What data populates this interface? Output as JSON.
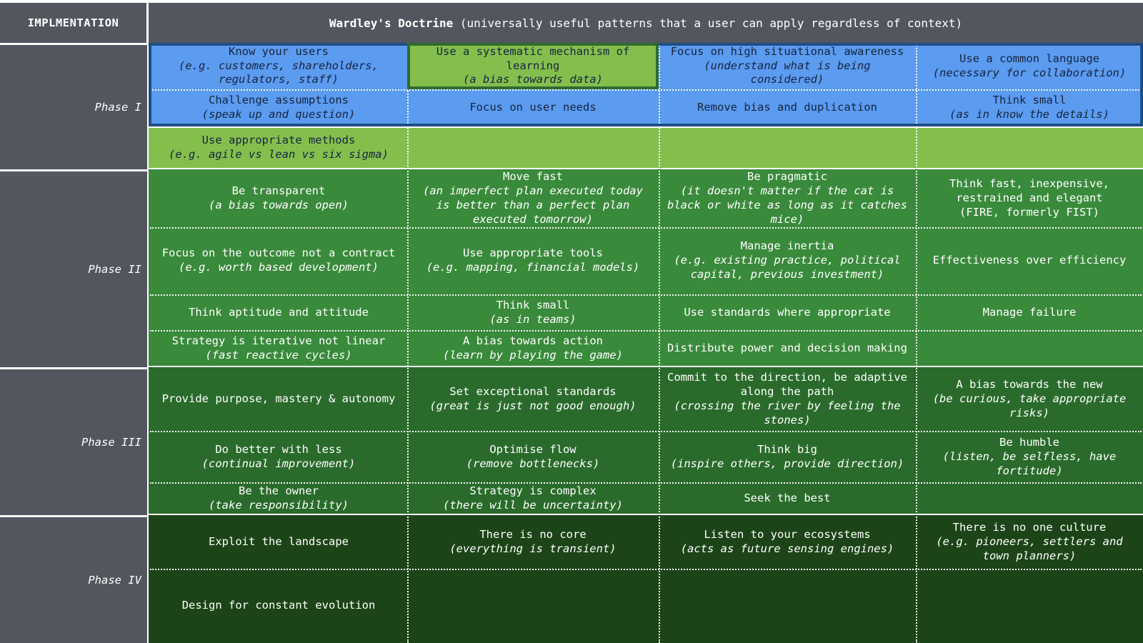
{
  "header": {
    "implementation_label": "IMPLMENTATION",
    "doctrine_title": "Wardley's Doctrine",
    "doctrine_subtitle": " (universally useful patterns that a user can apply regardless of context)"
  },
  "colors": {
    "header_grey": "#53565e",
    "phase_blue": "#5b9bf0",
    "phase_blue_border": "#1f4e85",
    "light_green": "#84bf4e",
    "green": "#3a8a3c",
    "dark_green": "#2a6b2c",
    "darkest_green": "#1c4418",
    "text_dark": "#16243f",
    "text_light": "#ffffff"
  },
  "phases": [
    {
      "label": "Phase I"
    },
    {
      "label": "Phase II"
    },
    {
      "label": "Phase III"
    },
    {
      "label": "Phase IV"
    }
  ],
  "chart_data": {
    "type": "table",
    "title": "Wardley's Doctrine",
    "columns": 4,
    "rows": [
      {
        "phase": "Phase I",
        "band": "blue",
        "cells": [
          {
            "main": "Know your users",
            "sub": "(e.g. customers, shareholders, regulators, staff)",
            "style": "blue"
          },
          {
            "main": "Use a systematic mechanism of learning",
            "sub": "(a bias towards data)",
            "style": "highlight-green"
          },
          {
            "main": "Focus on high situational awareness ",
            "sub": "(understand what is being considered)",
            "style": "blue",
            "inline": true
          },
          {
            "main": "Use a common language",
            "sub": "(necessary for collaboration)",
            "style": "blue"
          }
        ]
      },
      {
        "phase": "Phase I",
        "band": "blue",
        "cells": [
          {
            "main": "Challenge assumptions",
            "sub": "(speak up and question)",
            "style": "blue"
          },
          {
            "main": "Focus on user needs",
            "sub": "",
            "style": "blue"
          },
          {
            "main": "Remove bias and duplication",
            "sub": "",
            "style": "blue"
          },
          {
            "main": "Think small",
            "sub": "(as in know the details)",
            "style": "blue"
          }
        ]
      },
      {
        "phase": "Phase I",
        "band": "light-green",
        "cells": [
          {
            "main": "Use appropriate methods",
            "sub": "(e.g. agile vs lean vs six sigma)",
            "style": "light-green"
          },
          {
            "main": "",
            "sub": "",
            "style": "light-green"
          },
          {
            "main": "",
            "sub": "",
            "style": "light-green"
          },
          {
            "main": "",
            "sub": "",
            "style": "light-green"
          }
        ]
      },
      {
        "phase": "Phase II",
        "band": "green",
        "cells": [
          {
            "main": "Be transparent",
            "sub": "(a bias towards open)",
            "style": "green"
          },
          {
            "main": "Move fast",
            "sub": "(an imperfect plan executed today is better than a perfect plan executed tomorrow)",
            "style": "green"
          },
          {
            "main": "Be pragmatic",
            "sub": "(it doesn't matter if the cat is black or white as long as it catches mice)",
            "style": "green"
          },
          {
            "main": "Think fast, inexpensive, restrained and elegant",
            "sub": "(FIRE, formerly FIST)",
            "style": "green",
            "sub_roman": true
          }
        ]
      },
      {
        "phase": "Phase II",
        "band": "green",
        "cells": [
          {
            "main": "Focus on the outcome not a contract ",
            "sub": "(e.g. worth based development)",
            "style": "green",
            "inline": true
          },
          {
            "main": "Use appropriate tools",
            "sub": "(e.g. mapping, financial models)",
            "style": "green"
          },
          {
            "main": "Manage inertia",
            "sub": "(e.g. existing practice, political capital, previous investment)",
            "style": "green"
          },
          {
            "main": "Effectiveness over efficiency",
            "sub": "",
            "style": "green"
          }
        ]
      },
      {
        "phase": "Phase II",
        "band": "green",
        "cells": [
          {
            "main": "Think aptitude and attitude",
            "sub": "",
            "style": "green"
          },
          {
            "main": "Think small",
            "sub": "(as in teams)",
            "style": "green"
          },
          {
            "main": "Use standards where appropriate",
            "sub": "",
            "style": "green"
          },
          {
            "main": "Manage failure",
            "sub": "",
            "style": "green"
          }
        ]
      },
      {
        "phase": "Phase II",
        "band": "green",
        "cells": [
          {
            "main": "Strategy is iterative not linear",
            "sub": "(fast reactive cycles)",
            "style": "green"
          },
          {
            "main": "A bias towards action",
            "sub": "(learn by playing the game)",
            "style": "green"
          },
          {
            "main": "Distribute power and decision making",
            "sub": "",
            "style": "green"
          },
          {
            "main": "",
            "sub": "",
            "style": "green"
          }
        ]
      },
      {
        "phase": "Phase III",
        "band": "dark-green",
        "cells": [
          {
            "main": "Provide purpose, mastery & autonomy",
            "sub": "",
            "style": "dark-green"
          },
          {
            "main": "Set exceptional standards",
            "sub": "(great is just not good enough)",
            "style": "dark-green"
          },
          {
            "main": "Commit to the direction, be adaptive along the path",
            "sub": "(crossing the river by feeling the stones)",
            "style": "dark-green"
          },
          {
            "main": "A bias towards the new",
            "sub": "(be curious, take appropriate risks)",
            "style": "dark-green"
          }
        ]
      },
      {
        "phase": "Phase III",
        "band": "dark-green",
        "cells": [
          {
            "main": "Do better with less",
            "sub": "(continual improvement)",
            "style": "dark-green"
          },
          {
            "main": "Optimise flow",
            "sub": "(remove bottlenecks)",
            "style": "dark-green"
          },
          {
            "main": "Think big",
            "sub": "(inspire others, provide direction)",
            "style": "dark-green"
          },
          {
            "main": "Be humble",
            "sub": "(listen, be selfless, have fortitude)",
            "style": "dark-green"
          }
        ]
      },
      {
        "phase": "Phase III",
        "band": "dark-green",
        "cells": [
          {
            "main": "Be the owner",
            "sub": "(take responsibility)",
            "style": "dark-green"
          },
          {
            "main": "Strategy is complex",
            "sub": "(there will be uncertainty)",
            "style": "dark-green"
          },
          {
            "main": "Seek the best",
            "sub": "",
            "style": "dark-green"
          },
          {
            "main": "",
            "sub": "",
            "style": "dark-green"
          }
        ]
      },
      {
        "phase": "Phase IV",
        "band": "darkest-green",
        "cells": [
          {
            "main": "Exploit the landscape",
            "sub": "",
            "style": "darkest-green"
          },
          {
            "main": "There is no core",
            "sub": "(everything is transient)",
            "style": "darkest-green"
          },
          {
            "main": "Listen to your ecosystems",
            "sub": "(acts as future sensing engines)",
            "style": "darkest-green"
          },
          {
            "main": "There is no one culture",
            "sub": "(e.g. pioneers, settlers and town planners)",
            "style": "darkest-green"
          }
        ]
      },
      {
        "phase": "Phase IV",
        "band": "darkest-green",
        "cells": [
          {
            "main": "Design for constant evolution",
            "sub": "",
            "style": "darkest-green"
          },
          {
            "main": "",
            "sub": "",
            "style": "darkest-green"
          },
          {
            "main": "",
            "sub": "",
            "style": "darkest-green"
          },
          {
            "main": "",
            "sub": "",
            "style": "darkest-green"
          }
        ]
      }
    ]
  }
}
